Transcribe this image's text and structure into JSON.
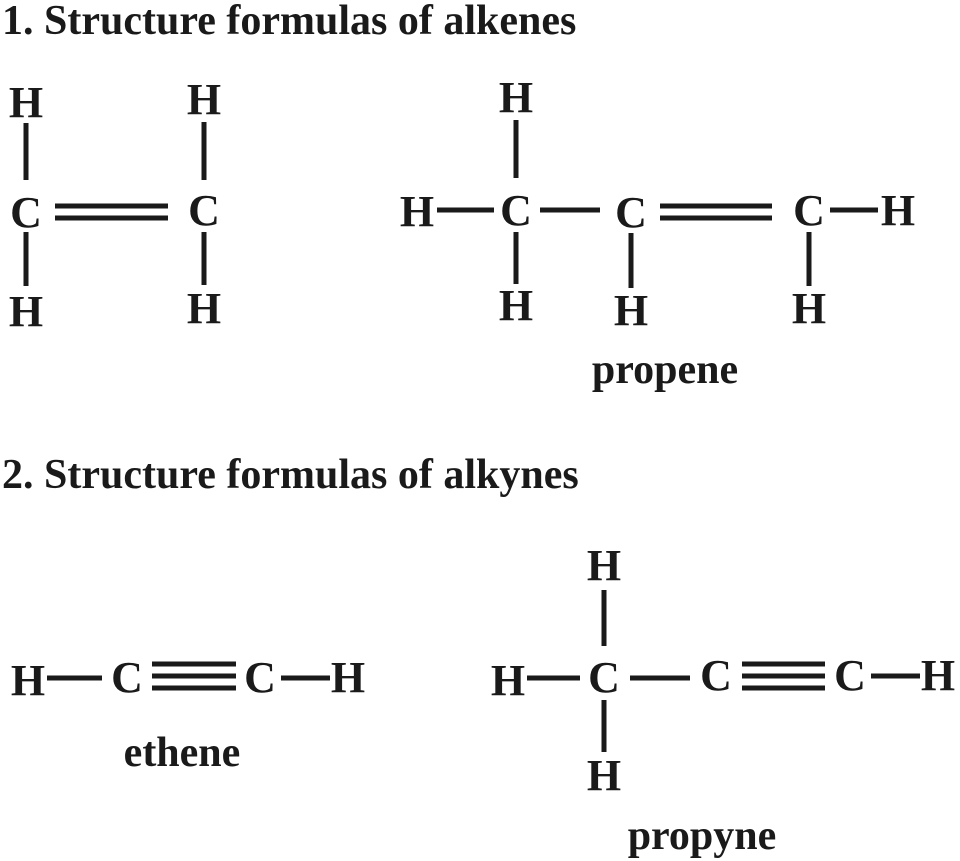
{
  "sections": [
    {
      "heading": "1. Structure formulas of alkenes"
    },
    {
      "heading": "2. Structure formulas of alkynes"
    }
  ],
  "molecules": {
    "ethene_alkene": {
      "atoms": [
        "H",
        "H",
        "C",
        "C",
        "H",
        "H"
      ],
      "caption": ""
    },
    "propene": {
      "atoms": [
        "H",
        "H",
        "C",
        "C",
        "C",
        "H",
        "H",
        "H",
        "H"
      ],
      "caption": "propene"
    },
    "ethyne": {
      "atoms": [
        "H",
        "C",
        "C",
        "H"
      ],
      "caption": "ethene"
    },
    "propyne": {
      "atoms": [
        "H",
        "H",
        "C",
        "C",
        "C",
        "H",
        "H"
      ],
      "caption": "propyne"
    }
  },
  "colors": {
    "ink": "#1a1a1a",
    "background": "#ffffff"
  }
}
